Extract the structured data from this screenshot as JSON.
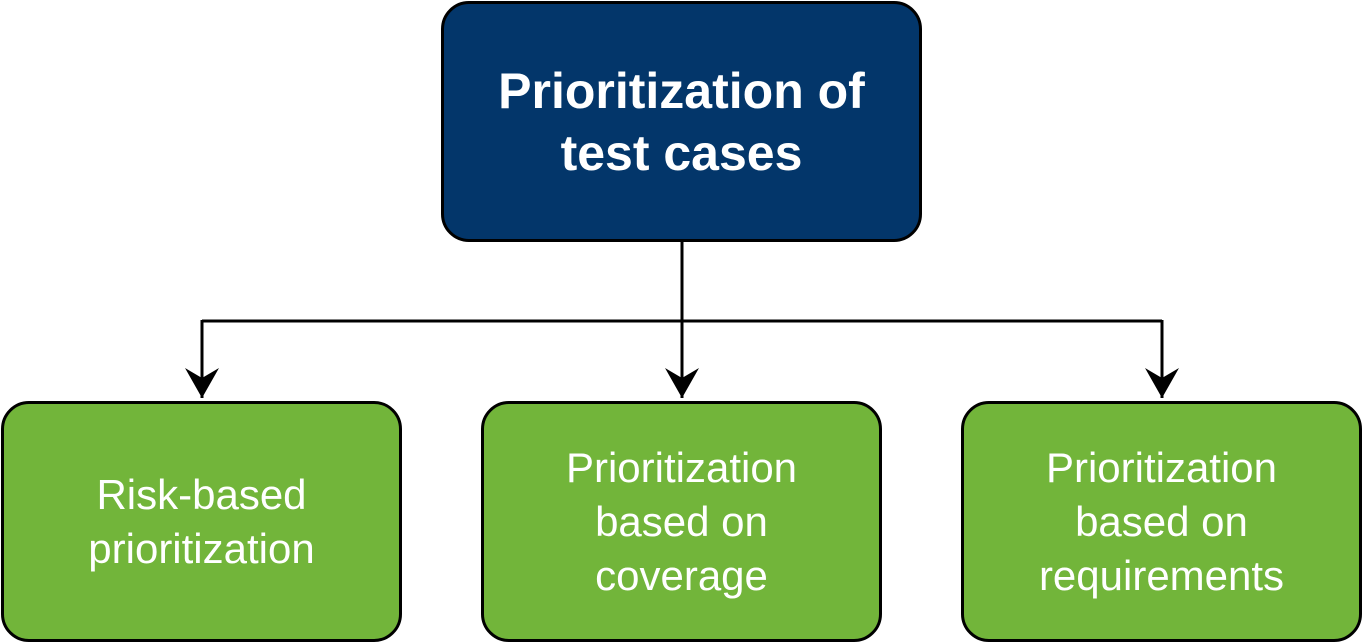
{
  "diagram": {
    "root": {
      "lines": [
        "Prioritization of",
        "test cases"
      ],
      "fill": "#03366A"
    },
    "children": [
      {
        "lines": [
          "Risk-based",
          "prioritization"
        ],
        "fill": "#72B53A"
      },
      {
        "lines": [
          "Prioritization",
          "based on",
          "coverage"
        ],
        "fill": "#72B53A"
      },
      {
        "lines": [
          "Prioritization",
          "based on",
          "requirements"
        ],
        "fill": "#72B53A"
      }
    ],
    "edge_color": "#000000",
    "border_color": "#000000"
  }
}
